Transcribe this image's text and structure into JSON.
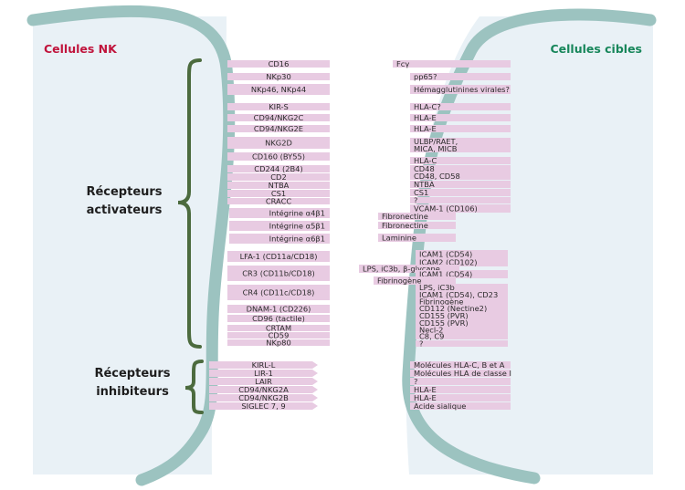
{
  "titles": {
    "left": "Cellules NK",
    "right": "Cellules cibles"
  },
  "groups": {
    "activating": [
      "Récepteurs",
      "activateurs"
    ],
    "inhibitory": [
      "Récepteurs",
      "inhibiteurs"
    ]
  },
  "colors": {
    "cell_background": "#e9f1f6",
    "membrane": "#9cc3c0",
    "receptor_bar": "#e8cbe2",
    "brace": "#4c6b3e",
    "title_nk": "#c0143c",
    "title_target": "#17865a"
  },
  "receptors": [
    "CD16",
    "NKp30",
    "NKp46, NKp44",
    "KIR-S",
    "CD94/NKG2C",
    "CD94/NKG2E",
    "NKG2D",
    "CD160 (BY55)",
    "CD244 (2B4)",
    "CD2",
    "NTBA",
    "CS1",
    "CRACC",
    "Intégrine α4β1",
    "Intégrine α5β1",
    "Intégrine α6β1",
    "LFA-1 (CD11a/CD18)",
    "CR3 (CD11b/CD18)",
    "CR4 (CD11c/CD18)",
    "DNAM-1 (CD226)",
    "CD96 (tactile)",
    "CRTAM",
    "CD59",
    "NKp80"
  ],
  "inhibitory_receptors": [
    "KIRL-L",
    "LIR-1",
    "LAIR",
    "CD94/NKG2A",
    "CD94/NKG2B",
    "SIGLEC 7, 9"
  ],
  "ligands": [
    "Fcγ",
    "pp65?",
    "Hémagglutinines virales?",
    "HLA-C?",
    "HLA-E",
    "HLA-E",
    "ULBP/RAET,",
    "MICA, MICB",
    "HLA-C",
    "CD48",
    "CD48, CD58",
    "NTBA",
    "CS1",
    "?",
    "VCAM-1 (CD106)",
    "Fibronectine",
    "Fibronectine",
    "Laminine",
    "ICAM1 (CD54)",
    "ICAM2 (CD102)",
    "LPS, iC3b, β-glycane",
    "ICAM1 (CD54)",
    "Fibrinogène",
    "LPS, iC3b",
    "ICAM1 (CD54), CD23",
    "Fibrinogène",
    "CD112 (Nectine2)",
    "CD155 (PVR)",
    "CD155 (PVR)",
    "Necl-2",
    "C8, C9",
    "?"
  ],
  "inhibitory_ligands": [
    "Molécules HLA-C, B et A",
    "Molécules HLA de classe I",
    "?",
    "HLA-E",
    "HLA-E",
    "Acide sialique"
  ]
}
